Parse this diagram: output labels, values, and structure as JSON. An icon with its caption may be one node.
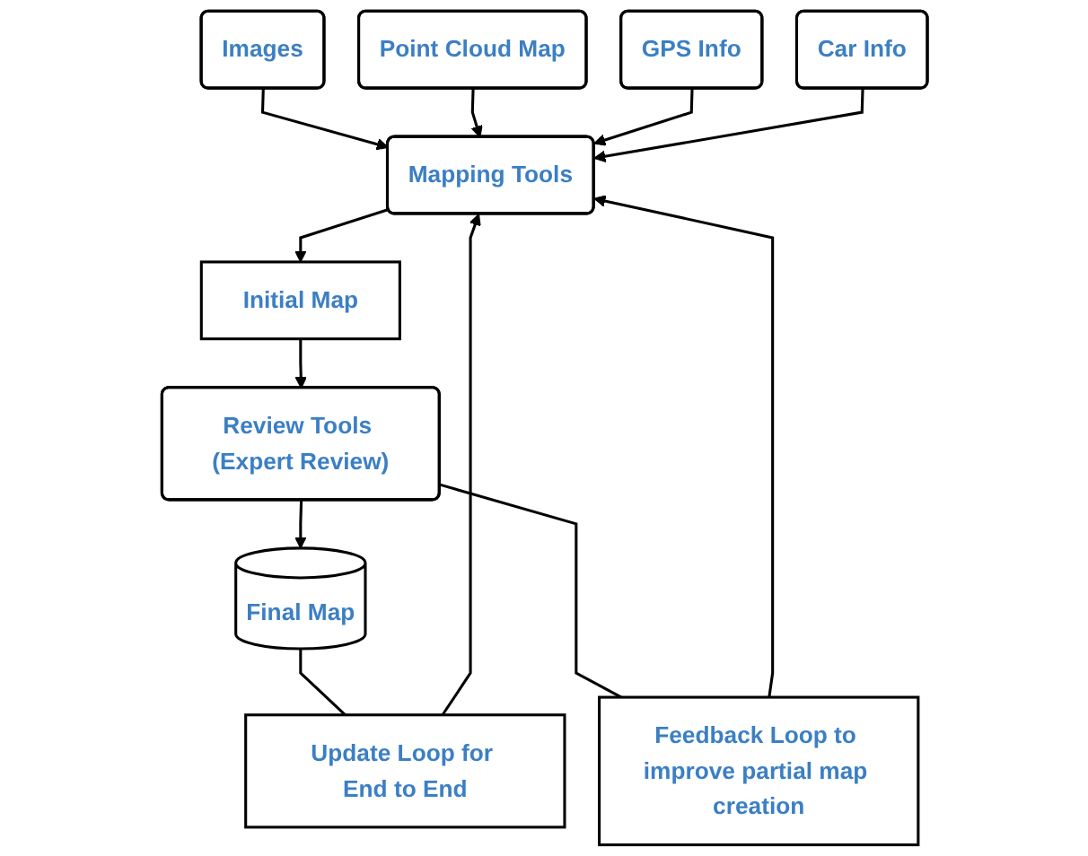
{
  "diagram": {
    "nodes": [
      {
        "text": [
          "Images"
        ]
      },
      {
        "text": [
          "Point Cloud Map"
        ]
      },
      {
        "text": [
          "GPS Info"
        ]
      },
      {
        "text": [
          "Car Info"
        ]
      },
      {
        "text": [
          "Mapping Tools"
        ]
      },
      {
        "text": [
          "Initial Map"
        ]
      },
      {
        "text": [
          "Review Tools (Expert Review)"
        ]
      },
      {
        "text": [
          "Final Map"
        ]
      },
      {
        "text": [
          "Update Loop for End to End"
        ]
      },
      {
        "text": [
          "Feedback Loop to improve partial map creation"
        ]
      }
    ],
    "edges": [
      {
        "from": 0,
        "to": 4,
        "arrow": "to"
      },
      {
        "from": 1,
        "to": 4,
        "arrow": "to"
      },
      {
        "from": 2,
        "to": 4,
        "arrow": "to"
      },
      {
        "from": 3,
        "to": 4,
        "arrow": "to"
      },
      {
        "from": 4,
        "to": 5,
        "arrow": "to"
      },
      {
        "from": 5,
        "to": 6,
        "arrow": "to"
      },
      {
        "from": 6,
        "to": 7,
        "arrow": "to"
      },
      {
        "from": 7,
        "to": 8,
        "arrow": "none"
      },
      {
        "from": 8,
        "to": 4,
        "arrow": "to"
      },
      {
        "from": 6,
        "to": 9,
        "arrow": "none"
      },
      {
        "from": 9,
        "to": 4,
        "arrow": "to"
      }
    ]
  }
}
